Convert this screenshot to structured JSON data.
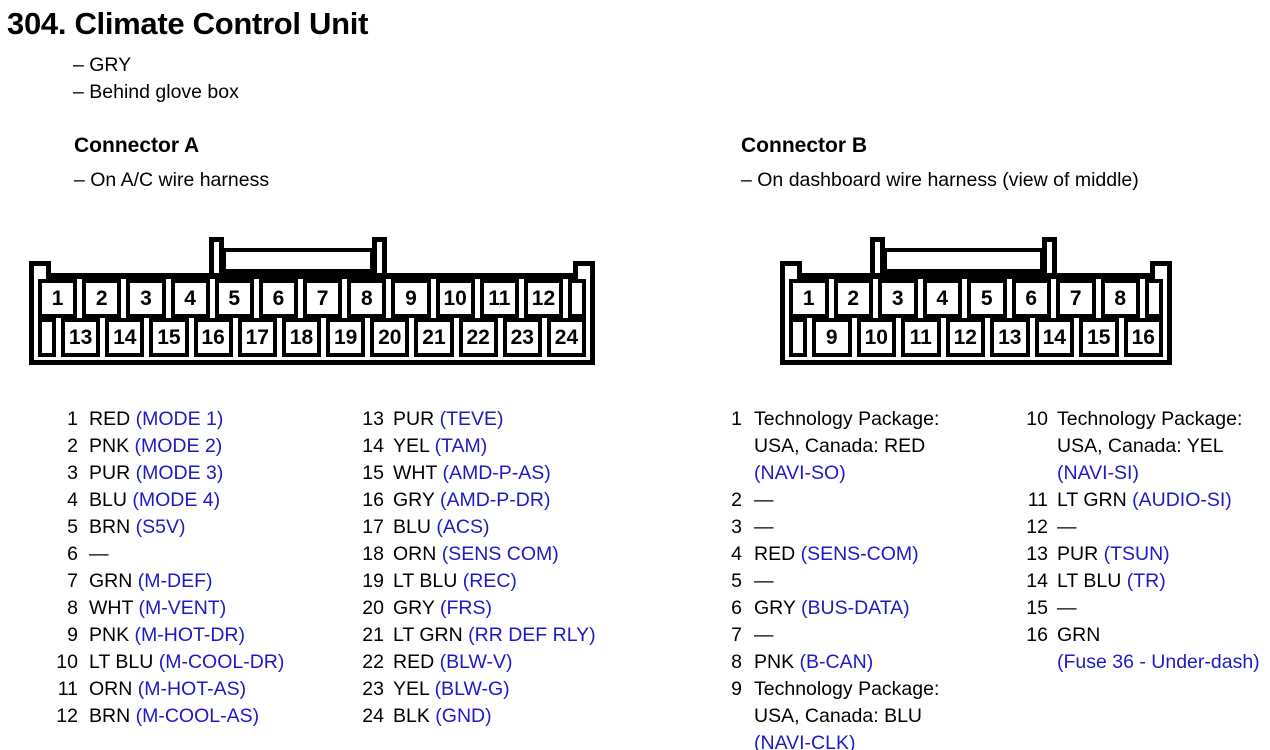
{
  "page": {
    "title": "304. Climate Control Unit",
    "notes": [
      "– GRY",
      "– Behind glove box"
    ]
  },
  "colors": {
    "signal_blue": "#1b1bc3",
    "diagram_black": "#000000",
    "background": "#ffffff"
  },
  "connector_a": {
    "heading": "Connector A",
    "note": "– On A/C wire harness",
    "top_pins": [
      "1",
      "2",
      "3",
      "4",
      "5",
      "6",
      "7",
      "8",
      "9",
      "10",
      "11",
      "12"
    ],
    "bottom_pins": [
      "13",
      "14",
      "15",
      "16",
      "17",
      "18",
      "19",
      "20",
      "21",
      "22",
      "23",
      "24"
    ],
    "pins_left": [
      {
        "num": "1",
        "label": "RED",
        "signal": "(MODE 1)"
      },
      {
        "num": "2",
        "label": "PNK",
        "signal": "(MODE 2)"
      },
      {
        "num": "3",
        "label": "PUR",
        "signal": "(MODE 3)"
      },
      {
        "num": "4",
        "label": "BLU",
        "signal": "(MODE 4)"
      },
      {
        "num": "5",
        "label": "BRN",
        "signal": "(S5V)"
      },
      {
        "num": "6",
        "label": "—",
        "signal": ""
      },
      {
        "num": "7",
        "label": "GRN",
        "signal": "(M-DEF)"
      },
      {
        "num": "8",
        "label": "WHT",
        "signal": "(M-VENT)"
      },
      {
        "num": "9",
        "label": "PNK",
        "signal": "(M-HOT-DR)"
      },
      {
        "num": "10",
        "label": "LT BLU",
        "signal": "(M-COOL-DR)"
      },
      {
        "num": "11",
        "label": "ORN",
        "signal": "(M-HOT-AS)"
      },
      {
        "num": "12",
        "label": "BRN",
        "signal": "(M-COOL-AS)"
      }
    ],
    "pins_right": [
      {
        "num": "13",
        "label": "PUR",
        "signal": "(TEVE)"
      },
      {
        "num": "14",
        "label": "YEL",
        "signal": "(TAM)"
      },
      {
        "num": "15",
        "label": "WHT",
        "signal": "(AMD-P-AS)"
      },
      {
        "num": "16",
        "label": "GRY",
        "signal": "(AMD-P-DR)"
      },
      {
        "num": "17",
        "label": "BLU",
        "signal": "(ACS)"
      },
      {
        "num": "18",
        "label": "ORN",
        "signal": "(SENS COM)"
      },
      {
        "num": "19",
        "label": "LT BLU",
        "signal": "(REC)"
      },
      {
        "num": "20",
        "label": "GRY",
        "signal": "(FRS)"
      },
      {
        "num": "21",
        "label": "LT GRN",
        "signal": "(RR DEF RLY)"
      },
      {
        "num": "22",
        "label": "RED",
        "signal": "(BLW-V)"
      },
      {
        "num": "23",
        "label": "YEL",
        "signal": "(BLW-G)"
      },
      {
        "num": "24",
        "label": "BLK",
        "signal": "(GND)"
      }
    ]
  },
  "connector_b": {
    "heading": "Connector B",
    "note": "– On dashboard wire harness (view of middle)",
    "top_pins": [
      "1",
      "2",
      "3",
      "4",
      "5",
      "6",
      "7",
      "8"
    ],
    "bottom_pins": [
      "9",
      "10",
      "11",
      "12",
      "13",
      "14",
      "15",
      "16"
    ],
    "pins_left": [
      {
        "num": "1",
        "label": "Technology Package:\nUSA, Canada: RED\n",
        "signal": "(NAVI-SO)"
      },
      {
        "num": "2",
        "label": "—",
        "signal": ""
      },
      {
        "num": "3",
        "label": "—",
        "signal": ""
      },
      {
        "num": "4",
        "label": "RED",
        "signal": "(SENS-COM)"
      },
      {
        "num": "5",
        "label": "—",
        "signal": ""
      },
      {
        "num": "6",
        "label": "GRY",
        "signal": "(BUS-DATA)"
      },
      {
        "num": "7",
        "label": "—",
        "signal": ""
      },
      {
        "num": "8",
        "label": "PNK",
        "signal": "(B-CAN)"
      },
      {
        "num": "9",
        "label": "Technology Package:\nUSA, Canada: BLU\n",
        "signal": "(NAVI-CLK)"
      }
    ],
    "pins_right": [
      {
        "num": "10",
        "label": "Technology Package:\nUSA, Canada: YEL\n",
        "signal": "(NAVI-SI)"
      },
      {
        "num": "11",
        "label": "LT GRN",
        "signal": "(AUDIO-SI)"
      },
      {
        "num": "12",
        "label": "—",
        "signal": ""
      },
      {
        "num": "13",
        "label": "PUR",
        "signal": "(TSUN)"
      },
      {
        "num": "14",
        "label": "LT BLU",
        "signal": "(TR)"
      },
      {
        "num": "15",
        "label": "—",
        "signal": ""
      },
      {
        "num": "16",
        "label": "GRN\n",
        "signal": "(Fuse 36 - Under-dash)"
      }
    ]
  }
}
